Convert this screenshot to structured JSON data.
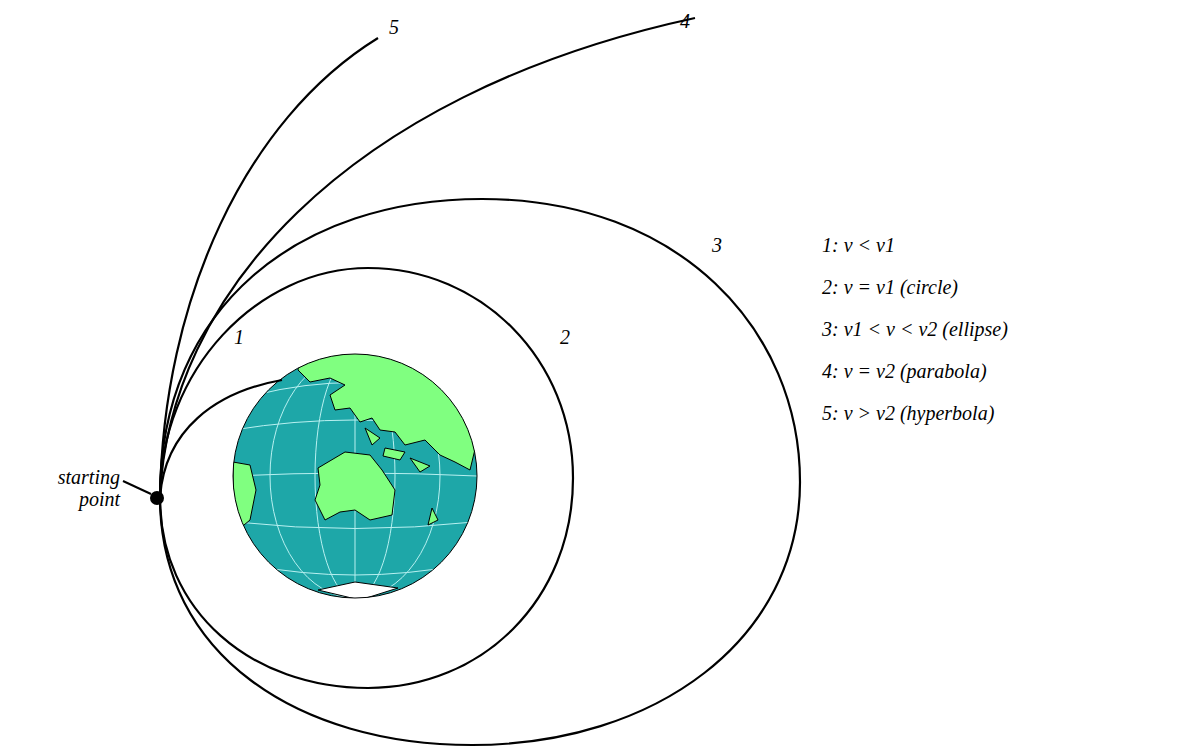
{
  "diagram": {
    "labels": [
      "5",
      "4",
      "3",
      "1",
      "2",
      "starting point",
      "1: v < v1",
      "2: v = v1 (circle)",
      "3: v1 < v < v2 (ellipse)",
      "4: v = v2 (parabola)",
      "5: v > v2 (hyperbola)"
    ]
  }
}
